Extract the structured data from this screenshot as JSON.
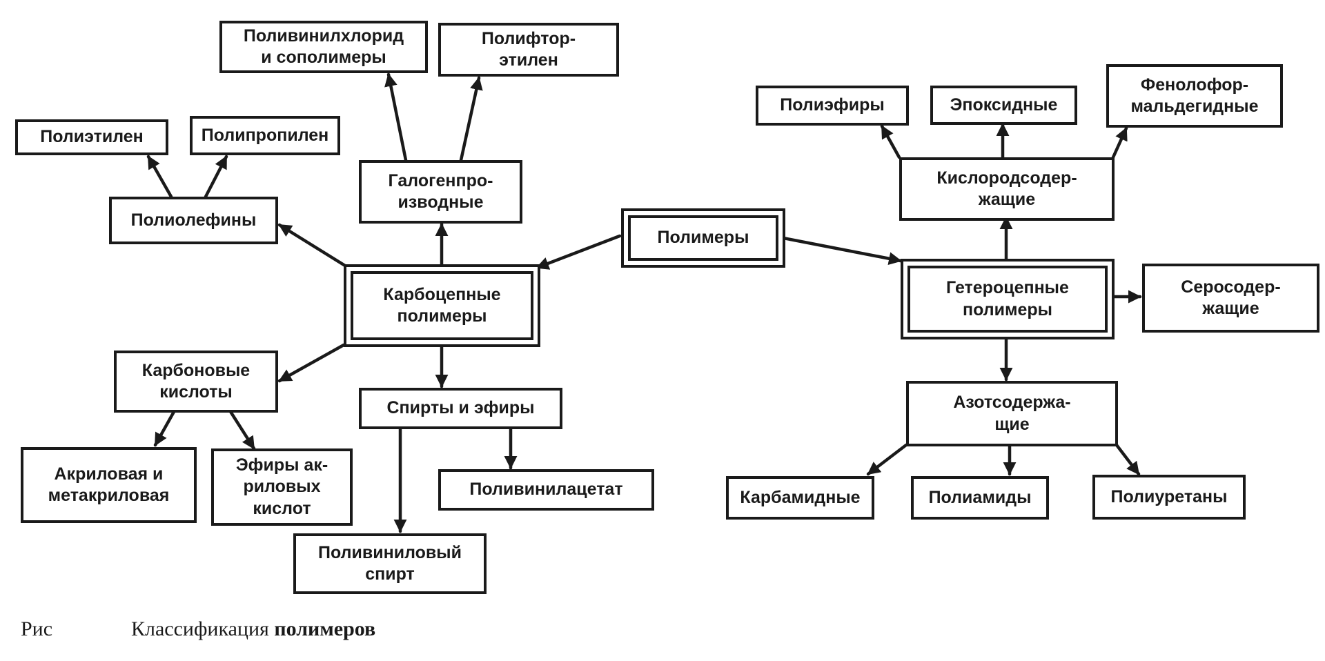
{
  "diagram": {
    "root": "Полимеры",
    "carbon_chain": {
      "title": "Карбоцепные\nполимеры",
      "polyolefins": {
        "title": "Полиолефины",
        "polyethylene": "Полиэтилен",
        "polypropylene": "Полипропилен"
      },
      "halogen": {
        "title": "Галогенпро-\nизводные",
        "pvc": "Поливинилхлорид\nи сополимеры",
        "fluoro": "Полифтор-\nэтилен"
      },
      "carboxylic": {
        "title": "Карбоновые\nкислоты",
        "acrylic": "Акриловая и\nметакриловая",
        "esters": "Эфиры ак-\nриловых\nкислот"
      },
      "alcohols": {
        "title": "Спирты и эфиры",
        "pva": "Поливинилацетат",
        "pvalc": "Поливиниловый\nспирт"
      }
    },
    "hetero_chain": {
      "title": "Гетероцепные\nполимеры",
      "oxygen": {
        "title": "Кислородсодер-\nжащие",
        "polyesters": "Полиэфиры",
        "epoxy": "Эпоксидные",
        "phenol": "Фенолофор-\nмальдегидные"
      },
      "sulfur": "Серосодер-\nжащие",
      "nitrogen": {
        "title": "Азотсодержа-\nщие",
        "carbamide": "Карбамидные",
        "polyamides": "Полиамиды",
        "polyurethanes": "Полиуретаны"
      }
    }
  },
  "caption": {
    "label": "Рис",
    "text_plain": "Классификация ",
    "text_bold": "полимеров"
  }
}
